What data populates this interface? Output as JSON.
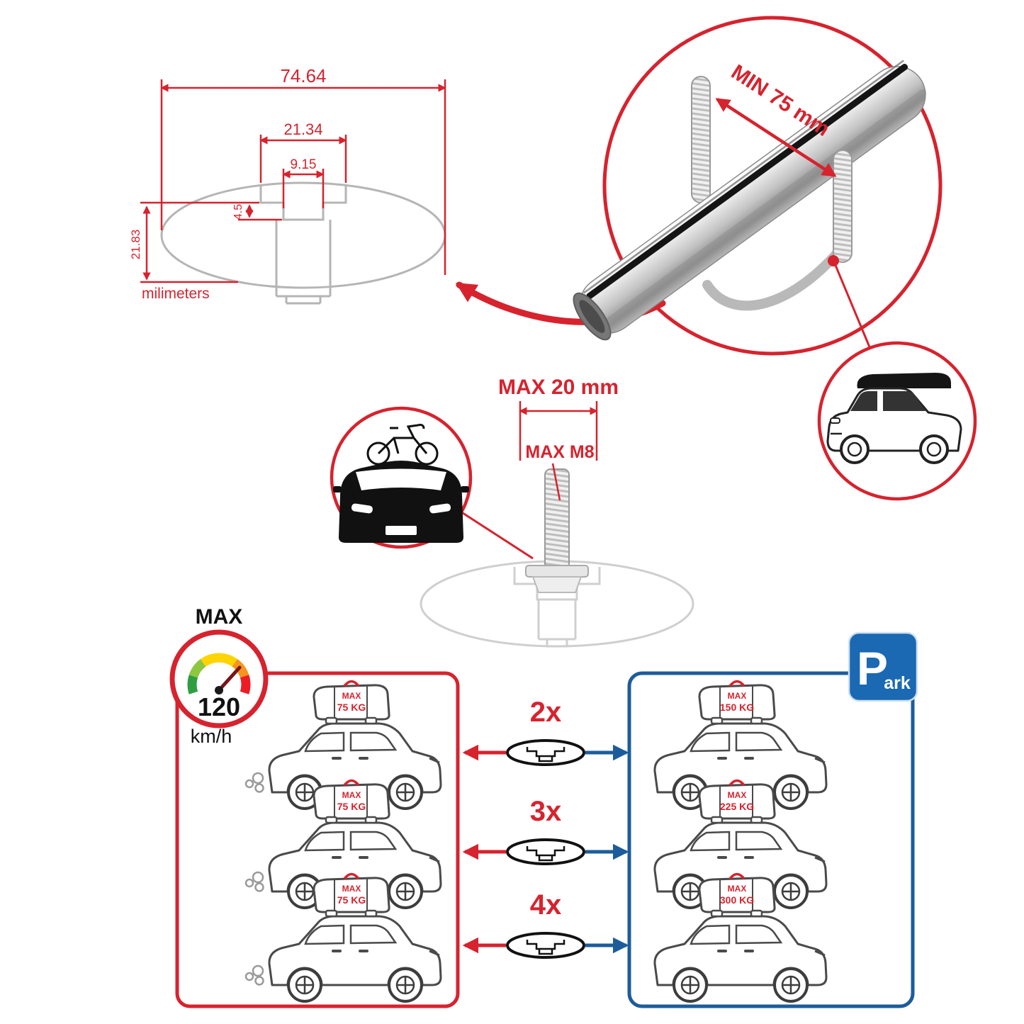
{
  "colors": {
    "accent_red": "#d6232e",
    "accent_blue": "#1d5c9a"
  },
  "cross_section": {
    "total_width": "74.64",
    "channel_width": "21.34",
    "slot_width": "9.15",
    "slot_depth": "4.5",
    "profile_height": "21.83",
    "units": "milimeters"
  },
  "clamp_inset": {
    "min_span": "MIN 75 mm"
  },
  "bolt_diagram": {
    "max_length": "MAX 20 mm",
    "max_thread": "MAX M8"
  },
  "speed_limit": {
    "label": "MAX",
    "value": "120",
    "units": "km/h"
  },
  "parking_sign": {
    "letter": "P",
    "suffix": "ark"
  },
  "bar_counts": [
    "2x",
    "3x",
    "4x"
  ],
  "driving_cars": [
    {
      "label": "MAX",
      "capacity": "75 KG"
    },
    {
      "label": "MAX",
      "capacity": "75 KG"
    },
    {
      "label": "MAX",
      "capacity": "75 KG"
    }
  ],
  "parked_cars": [
    {
      "label": "MAX",
      "capacity": "150 KG"
    },
    {
      "label": "MAX",
      "capacity": "225 KG"
    },
    {
      "label": "MAX",
      "capacity": "300 KG"
    }
  ]
}
